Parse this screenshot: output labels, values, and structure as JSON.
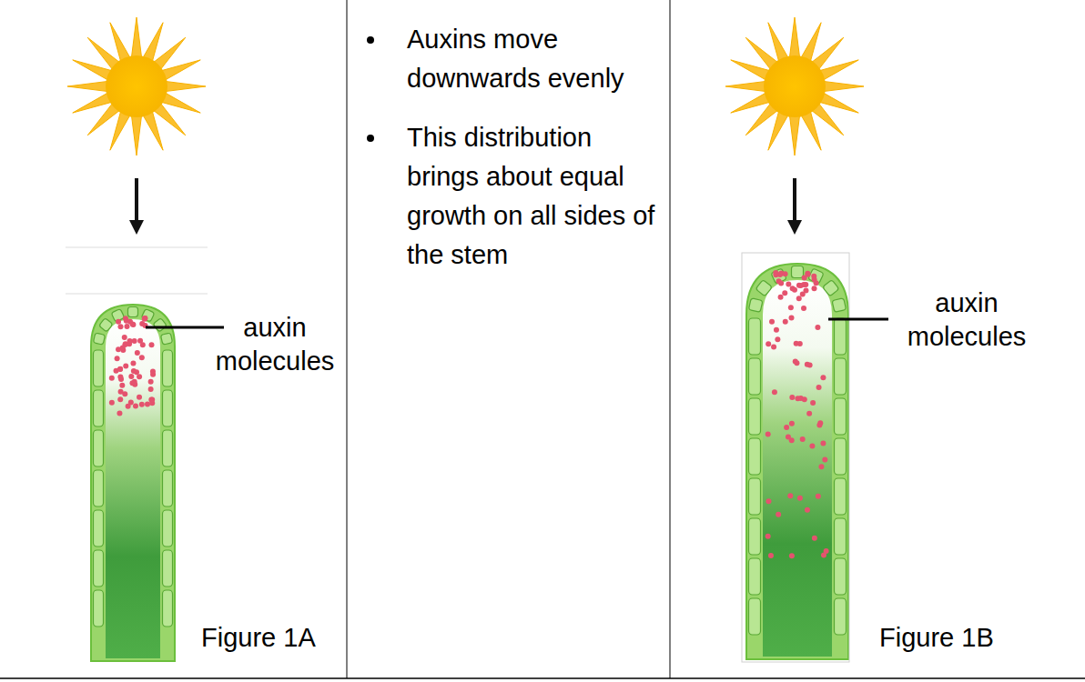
{
  "diagram": {
    "labels": [
      "auxin molecules",
      "Figure 1A",
      "Auxins move downwards evenly",
      "This distribution brings about equal growth on all sides of the stem",
      "auxin molecules",
      "Figure 1B"
    ]
  }
}
